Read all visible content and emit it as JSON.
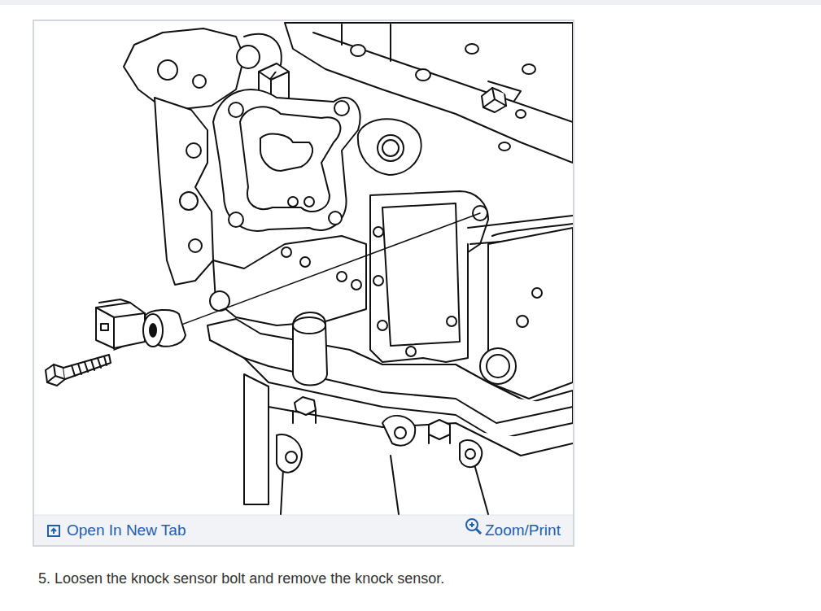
{
  "diagram": {
    "caption": "5. Loosen the knock sensor bolt and remove the knock sensor.",
    "labels": [
      "Open In New Tab",
      "Zoom/Print"
    ]
  }
}
